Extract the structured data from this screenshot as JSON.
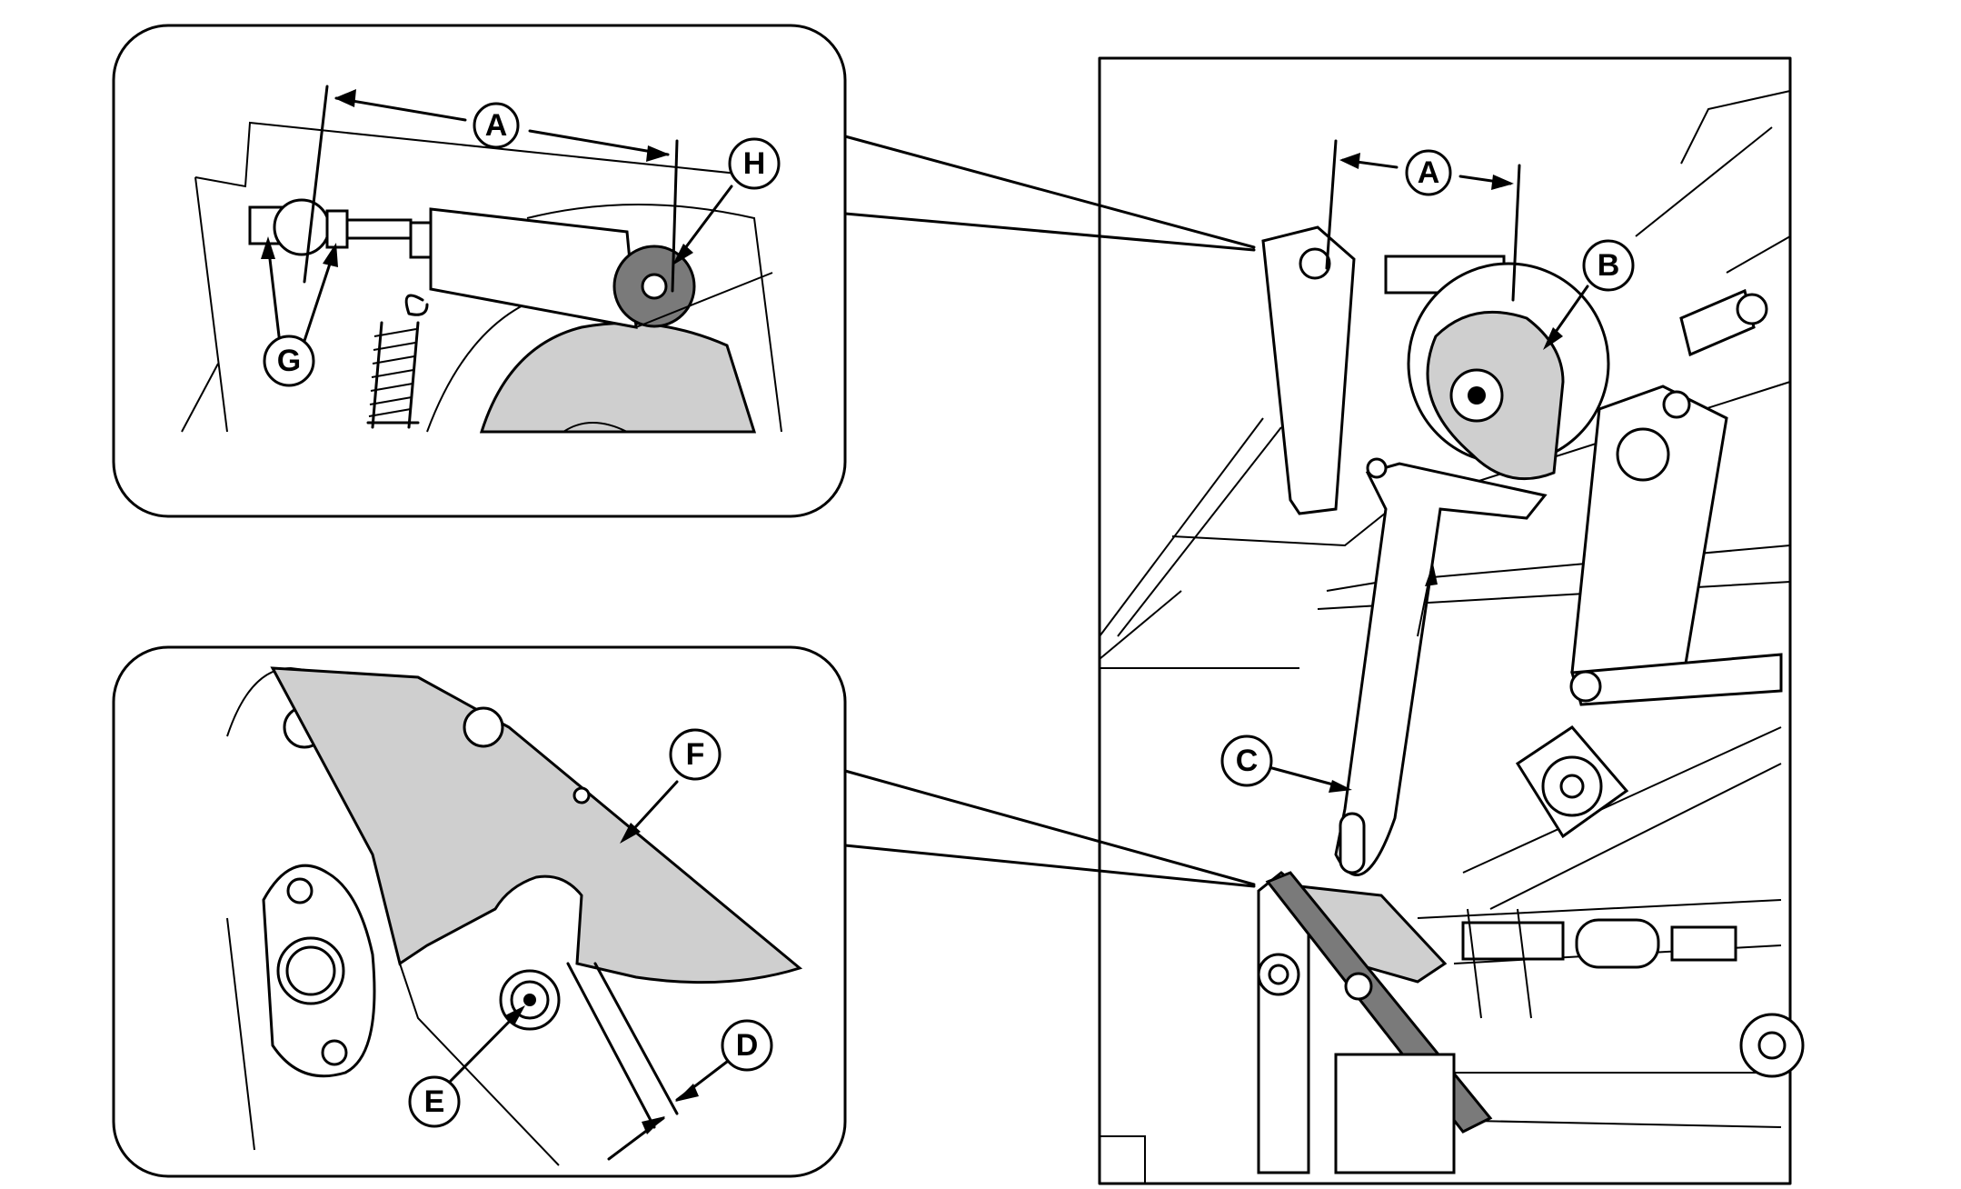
{
  "diagram": {
    "callouts": {
      "A": "A",
      "B": "B",
      "C": "C",
      "D": "D",
      "E": "E",
      "F": "F",
      "G": "G",
      "H": "H"
    }
  },
  "colors": {
    "line": "#000000",
    "shade": "#cfcfcf",
    "dark_shade": "#7a7a7a",
    "background": "#ffffff"
  }
}
